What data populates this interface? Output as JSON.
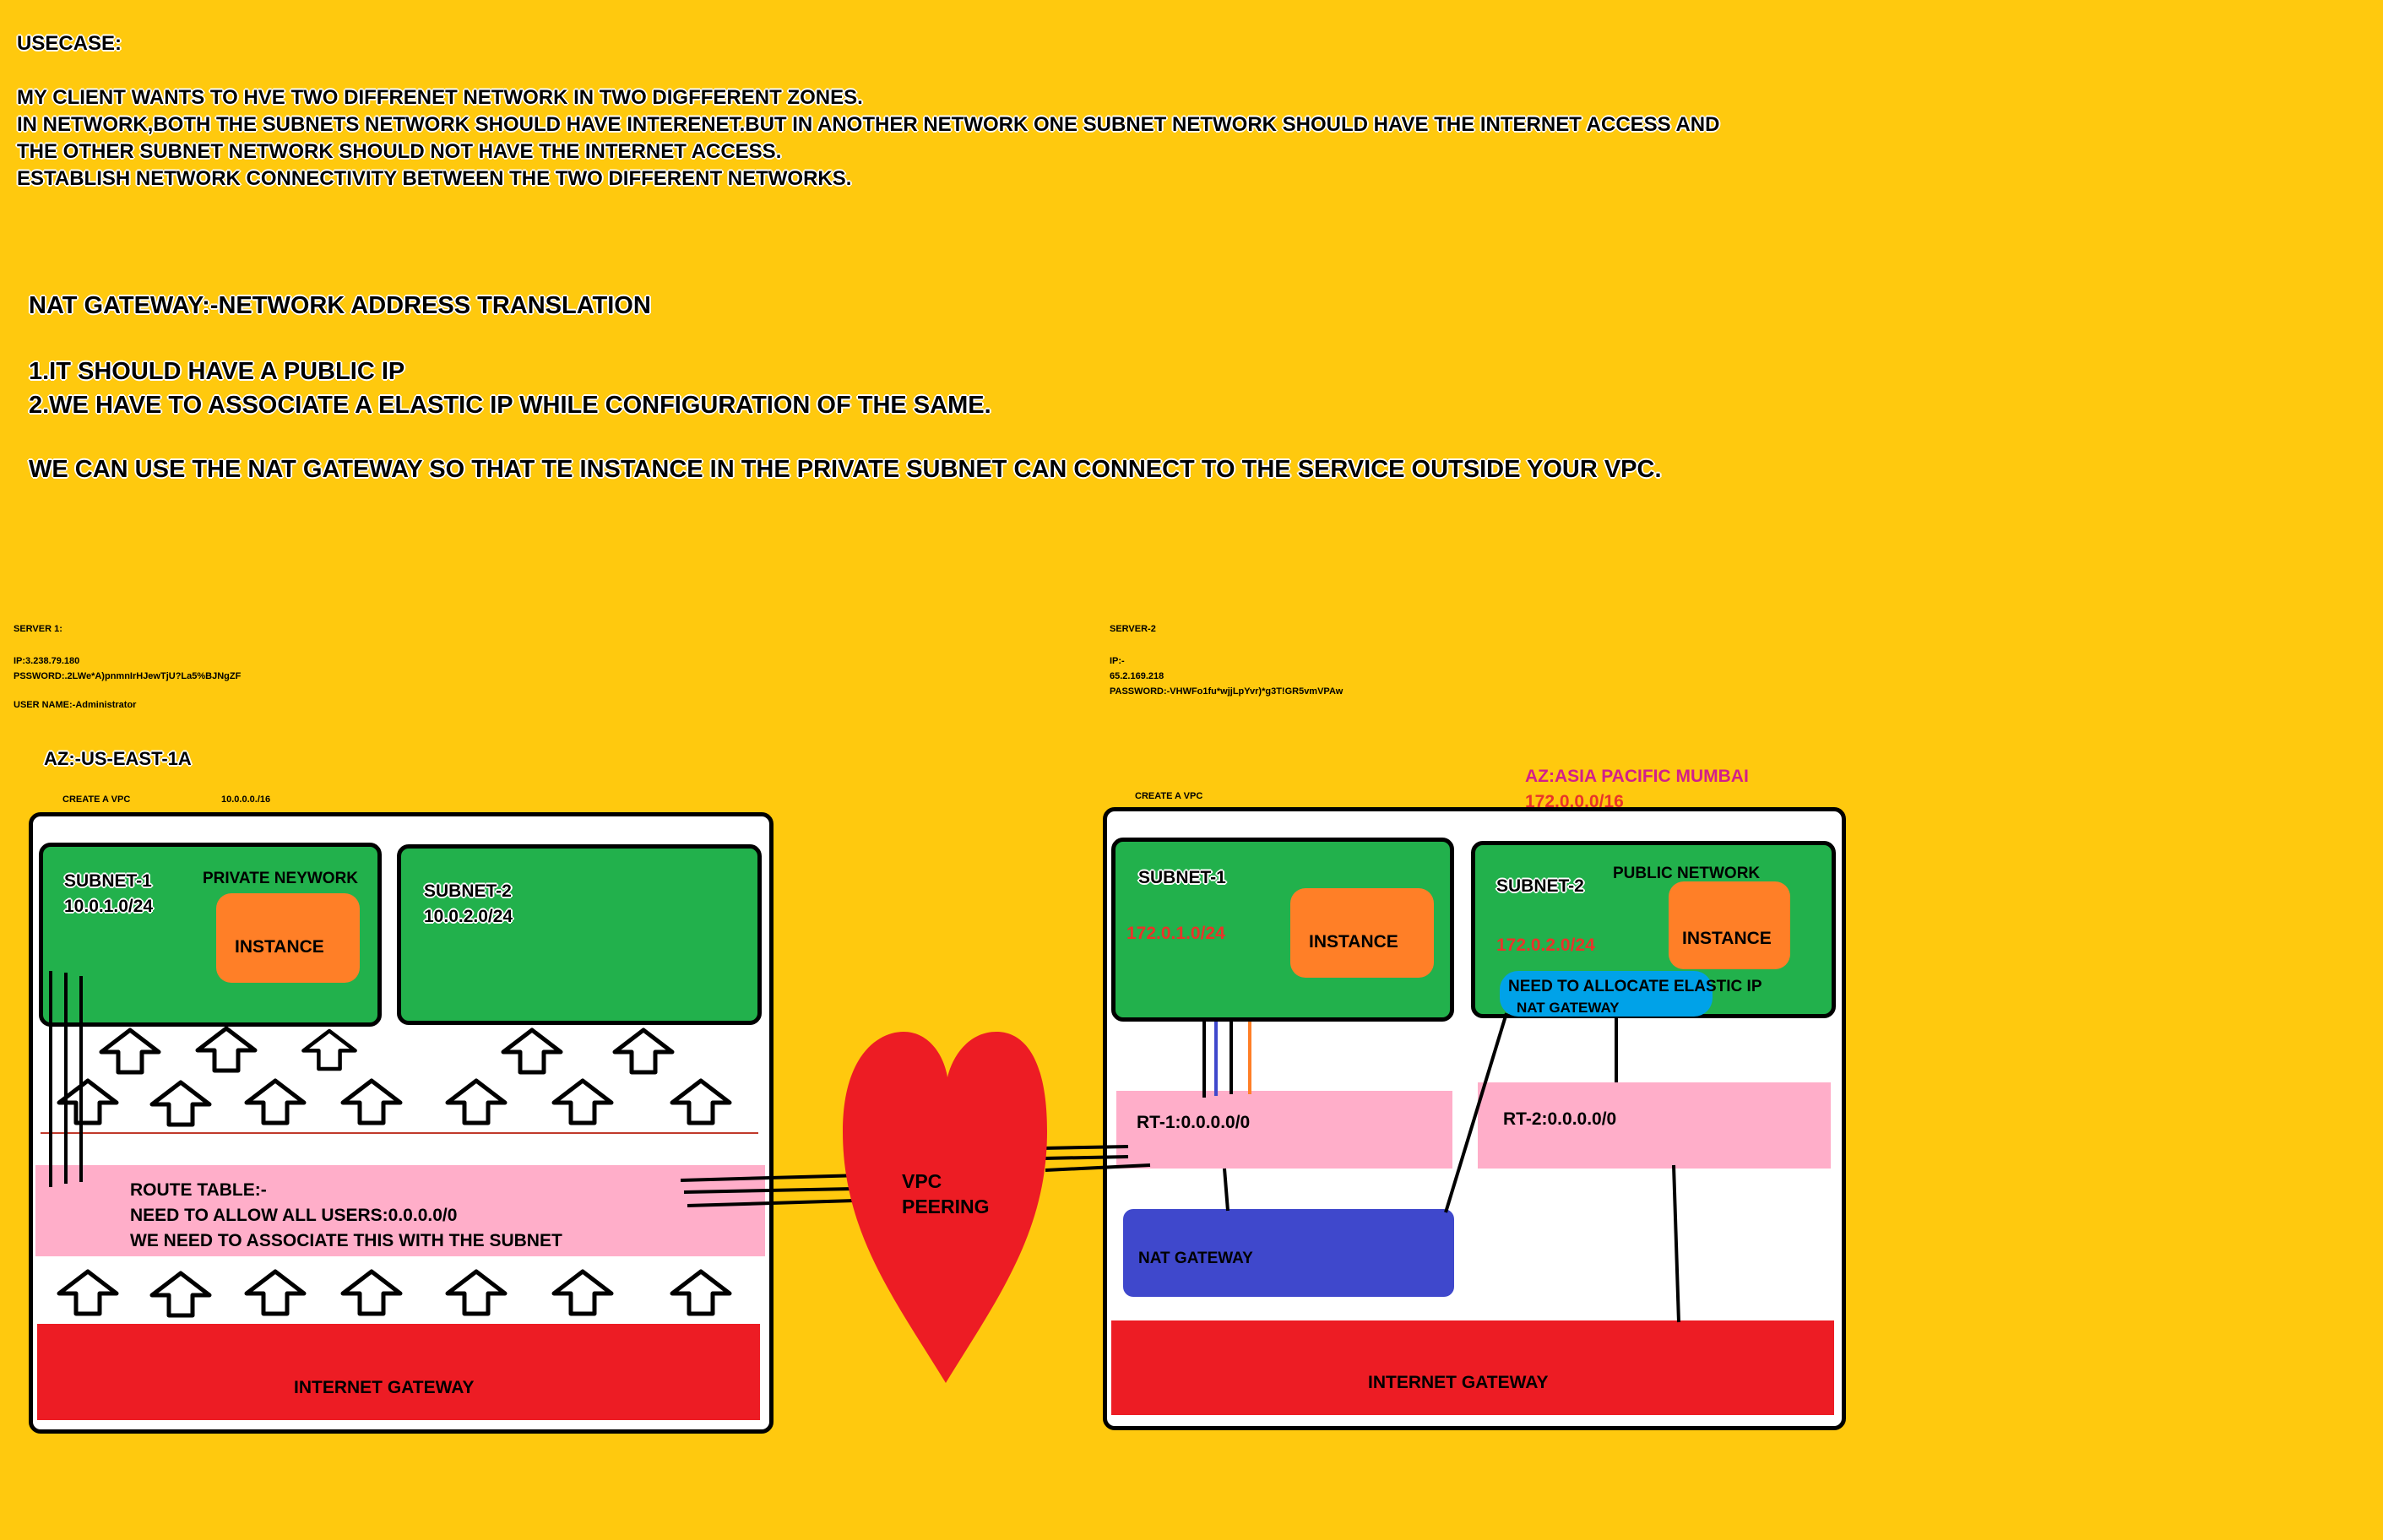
{
  "usecase": {
    "title": "USECASE:",
    "lines": [
      "MY CLIENT WANTS TO HVE TWO DIFFRENET NETWORK IN TWO DIGFFERENT ZONES.",
      "IN NETWORK,BOTH THE SUBNETS NETWORK SHOULD HAVE INTERENET.BUT IN ANOTHER NETWORK ONE SUBNET NETWORK SHOULD HAVE THE INTERNET ACCESS AND",
      "THE OTHER SUBNET NETWORK SHOULD NOT HAVE THE INTERNET ACCESS.",
      "ESTABLISH NETWORK CONNECTIVITY BETWEEN THE TWO DIFFERENT NETWORKS."
    ]
  },
  "nat_notes": {
    "title": "NAT GATEWAY:-NETWORK ADDRESS TRANSLATION",
    "point1": "1.IT SHOULD HAVE A PUBLIC IP",
    "point2": "2.WE HAVE TO ASSOCIATE A ELASTIC IP WHILE CONFIGURATION OF THE SAME.",
    "summary": "WE CAN USE THE NAT GATEWAY SO THAT TE INSTANCE IN THE PRIVATE SUBNET CAN CONNECT TO THE SERVICE OUTSIDE YOUR VPC."
  },
  "server1": {
    "title": "SERVER 1:",
    "ip": "IP:3.238.79.180",
    "password": "PSSWORD:.2LWe*A)pnmnIrHJewTjU?La5%BJNgZF",
    "user": "USER NAME:-Administrator"
  },
  "server2": {
    "title": "SERVER-2",
    "ip_label": "IP:-",
    "ip": "65.2.169.218",
    "password": "PASSWORD:-VHWFo1fu*wjjLpYvr)*g3T!GR5vmVPAw"
  },
  "left": {
    "az": "AZ:-US-EAST-1A",
    "create_vpc": "CREATE A VPC",
    "cidr": "10.0.0.0./16",
    "subnet1_name": "SUBNET-1",
    "subnet1_cidr": "10.0.1.0/24",
    "private_label": "PRIVATE NEYWORK",
    "instance": "INSTANCE",
    "subnet2_name": "SUBNET-2",
    "subnet2_cidr": "10.0.2.0/24",
    "route_line1": "ROUTE TABLE:-",
    "route_line2": "NEED TO ALLOW ALL USERS:0.0.0.0/0",
    "route_line3": "WE NEED TO ASSOCIATE THIS WITH THE SUBNET",
    "igw": "INTERNET GATEWAY"
  },
  "peering": {
    "line1": "VPC",
    "line2": "PEERING"
  },
  "right": {
    "create_vpc": "CREATE A VPC",
    "az": "AZ:ASIA PACIFIC MUMBAI",
    "cidr": "172.0.0.0/16",
    "subnet1_name": "SUBNET-1",
    "subnet1_cidr": "172.0.1.0/24",
    "instance1": "INSTANCE",
    "subnet2_name": "SUBNET-2",
    "public_label": "PUBLIC NETWORK",
    "subnet2_cidr": "172.0.2.0/24",
    "instance2": "INSTANCE",
    "elastic_ip": "NEED TO ALLOCATE ELASTIC IP",
    "nat_in_subnet": "NAT GATEWAY",
    "rt1": "RT-1:0.0.0.0/0",
    "rt2": "RT-2:0.0.0.0/0",
    "nat": "NAT GATEWAY",
    "igw": "INTERNET GATEWAY"
  },
  "colors": {
    "background": "#ffc90e",
    "subnet": "#22b14c",
    "instance": "#ff7f27",
    "route_table": "#ffaec9",
    "internet_gateway": "#ed1c24",
    "nat_gateway": "#3f48cc",
    "elastic_ip_badge": "#00a2e8",
    "heart": "#ed1c24",
    "az_text": "#d21f8a",
    "cidr_text": "#e8342a"
  },
  "icons": [
    "up-arrow-icon",
    "heart-icon"
  ]
}
